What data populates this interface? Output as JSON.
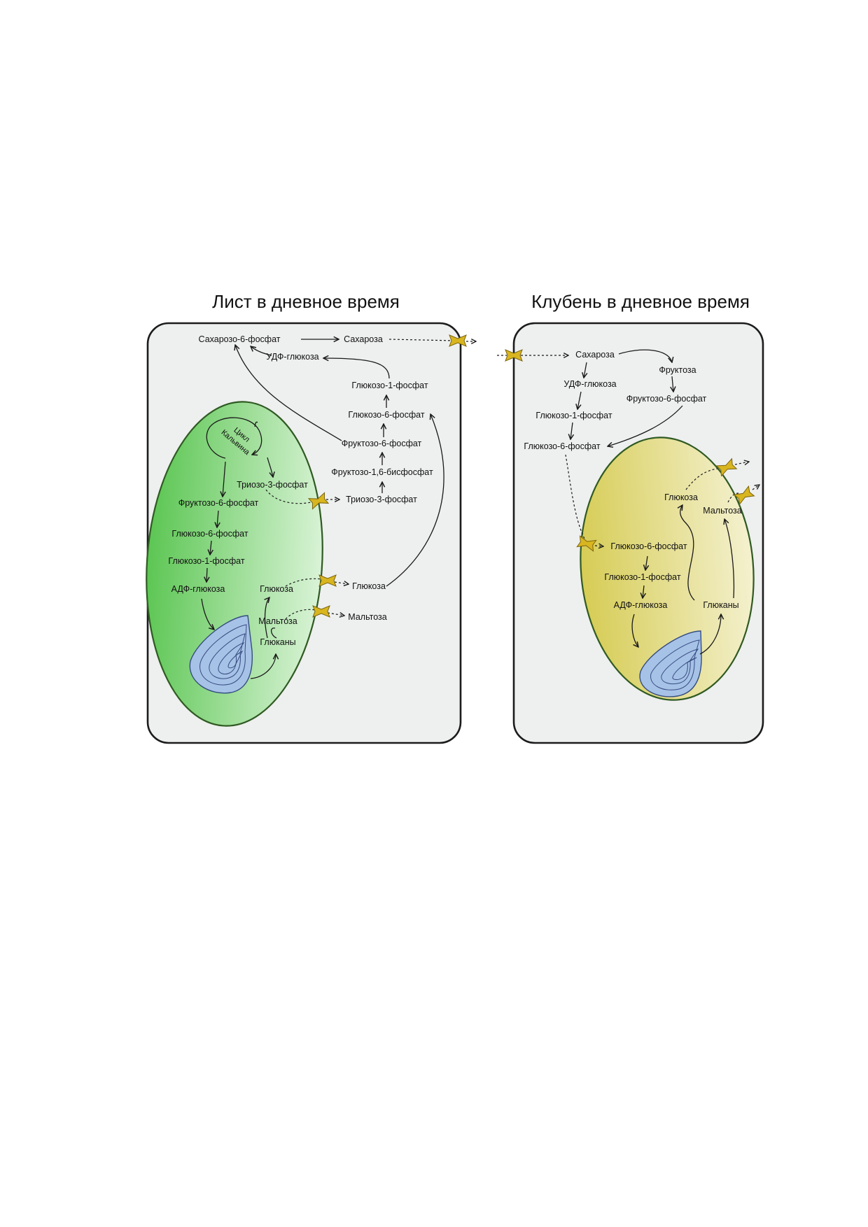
{
  "leaf": {
    "title": "Лист в дневное время",
    "sucrose6p": "Сахарозо-6-фосфат",
    "sucrose": "Сахароза",
    "udpglc": "УДФ-глюкоза",
    "glc1p": "Глюкозо-1-фосфат",
    "glc6p": "Глюкозо-6-фосфат",
    "fru6p": "Фруктозо-6-фосфат",
    "frubp": "Фруктозо-1,6-бисфосфат",
    "triose_cyt": "Триозо-3-фосфат",
    "glucose_cyt": "Глюкоза",
    "maltose_cyt": "Мальтоза",
    "calvin_1": "Цикл",
    "calvin_2": "Кальвина",
    "triose_chl": "Триозо-3-фосфат",
    "fru6p_chl": "Фруктозо-6-фосфат",
    "glc6p_chl": "Глюкозо-6-фосфат",
    "glc1p_chl": "Глюкозо-1-фосфат",
    "adpglc": "АДФ-глюкоза",
    "glucose_chl": "Глюкоза",
    "maltose_chl": "Мальтоза",
    "glucans": "Глюканы"
  },
  "tuber": {
    "title": "Клубень в дневное время",
    "sucrose": "Сахароза",
    "fructose": "Фруктоза",
    "udpglc": "УДФ-глюкоза",
    "fru6p": "Фруктозо-6-фосфат",
    "glc1p": "Глюкозо-1-фосфат",
    "glc6p": "Глюкозо-6-фосфат",
    "glucose": "Глюкоза",
    "maltose": "Мальтоза",
    "glc6p_amy": "Глюкозо-6-фосфат",
    "glc1p_amy": "Глюкозо-1-фосфат",
    "adpglc": "АДФ-глюкоза",
    "glucans": "Глюканы"
  },
  "colors": {
    "cell_fill": "#eeefef",
    "chloroplast_dark": "#5cc653",
    "chloroplast_light": "#d9f3d6",
    "amyloplast_dark": "#d6cc55",
    "amyloplast_light": "#f4f1cf",
    "starch": "#a7c2e7",
    "transporter": "#d9b51f"
  }
}
